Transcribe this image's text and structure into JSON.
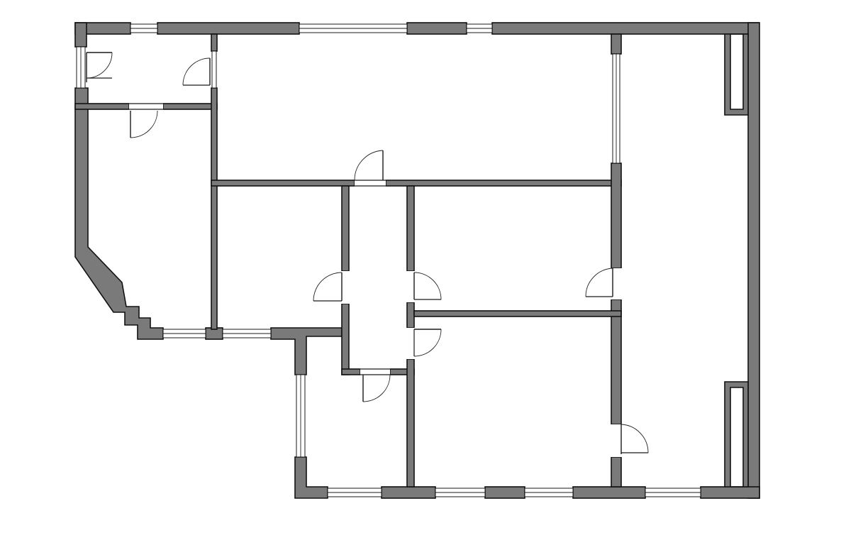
{
  "plan": {
    "wall_color": "#7a7a7a",
    "outline_color": "#111111",
    "background": "#ffffff",
    "rooms": 8,
    "doors": 10,
    "windows": 12,
    "built_in_closets": 2
  }
}
